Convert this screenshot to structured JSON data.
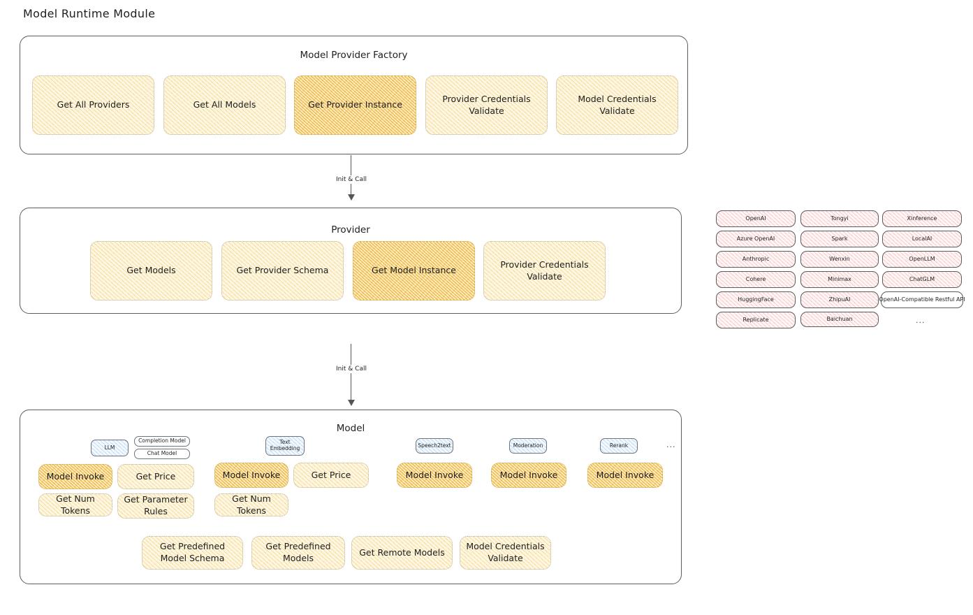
{
  "page": {
    "title": "Model Runtime Module"
  },
  "colors": {
    "accent_light": "#fdf6e3",
    "accent_strong": "#fcedc8",
    "provider_chip": "#fff5f5",
    "badge_blue": "#f2f8fd",
    "stroke": "#5c5c5c"
  },
  "factory": {
    "title": "Model Provider Factory",
    "methods": [
      {
        "label": "Get All Providers",
        "highlight": false
      },
      {
        "label": "Get All Models",
        "highlight": false
      },
      {
        "label": "Get Provider Instance",
        "highlight": true
      },
      {
        "label": "Provider Credentials Validate",
        "highlight": false
      },
      {
        "label": "Model Credentials Validate",
        "highlight": false
      }
    ]
  },
  "arrows": [
    {
      "label": "Init & Call"
    },
    {
      "label": "Init & Call"
    }
  ],
  "provider": {
    "title": "Provider",
    "methods": [
      {
        "label": "Get Models",
        "highlight": false
      },
      {
        "label": "Get Provider Schema",
        "highlight": false
      },
      {
        "label": "Get Model Instance",
        "highlight": true
      },
      {
        "label": "Provider Credentials Validate",
        "highlight": false
      }
    ]
  },
  "provider_list": {
    "columns": [
      [
        "OpenAI",
        "Azure OpenAI",
        "Anthropic",
        "Cohere",
        "HuggingFace",
        "Replicate"
      ],
      [
        "Tongyi",
        "Spark",
        "Wenxin",
        "Minimax",
        "ZhipuAI",
        "Baichuan"
      ],
      [
        "Xinference",
        "LocalAI",
        "OpenLLM",
        "ChatGLM",
        "OpenAI-Compatible Restful API"
      ]
    ],
    "more": "..."
  },
  "model": {
    "title": "Model",
    "more": "...",
    "types": [
      {
        "badge": "LLM",
        "sub_badges": [
          "Completion Model",
          "Chat Model"
        ],
        "methods": [
          {
            "label": "Model Invoke",
            "highlight": true
          },
          {
            "label": "Get Price",
            "highlight": false
          },
          {
            "label": "Get Num Tokens",
            "highlight": false
          },
          {
            "label": "Get Parameter Rules",
            "highlight": false
          }
        ]
      },
      {
        "badge": "Text\nEmbedding",
        "sub_badges": [],
        "methods": [
          {
            "label": "Model Invoke",
            "highlight": true
          },
          {
            "label": "Get Price",
            "highlight": false
          },
          {
            "label": "Get Num Tokens",
            "highlight": false
          }
        ]
      },
      {
        "badge": "Speech2text",
        "sub_badges": [],
        "methods": [
          {
            "label": "Model Invoke",
            "highlight": true
          }
        ]
      },
      {
        "badge": "Moderation",
        "sub_badges": [],
        "methods": [
          {
            "label": "Model Invoke",
            "highlight": true
          }
        ]
      },
      {
        "badge": "Rerank",
        "sub_badges": [],
        "methods": [
          {
            "label": "Model Invoke",
            "highlight": true
          }
        ]
      }
    ],
    "shared_methods": [
      {
        "label": "Get Predefined Model Schema"
      },
      {
        "label": "Get Predefined Models"
      },
      {
        "label": "Get Remote Models"
      },
      {
        "label": "Model Credentials Validate"
      }
    ]
  }
}
